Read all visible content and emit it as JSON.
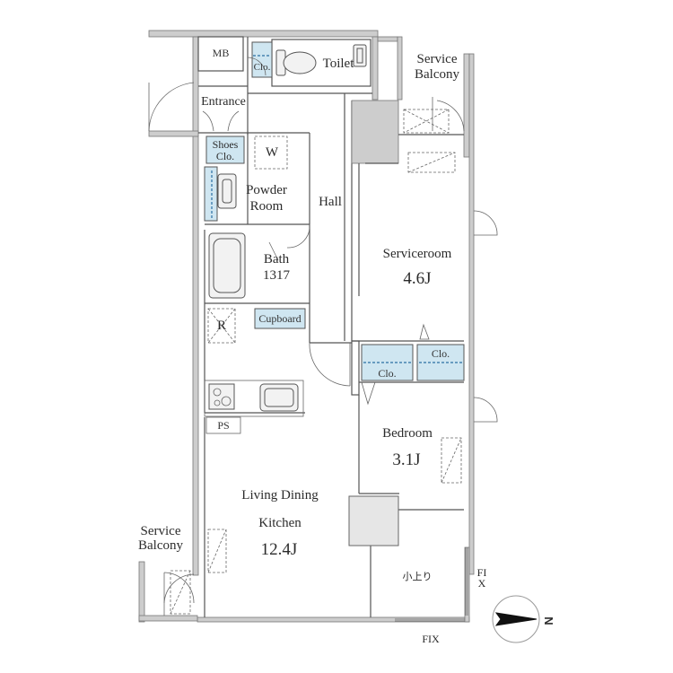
{
  "colors": {
    "wall": "#c9c9c9",
    "line": "#5a5a5a",
    "storage": "#cfe6f1",
    "dash": "#2a6fa3"
  },
  "rooms": {
    "mb": "MB",
    "clo_top": "Clo.",
    "toilet": "Toilet",
    "service_balcony_top_1": "Service",
    "service_balcony_top_2": "Balcony",
    "entrance": "Entrance",
    "shoes_clo_1": "Shoes",
    "shoes_clo_2": "Clo.",
    "w": "W",
    "powder_room_1": "Powder",
    "powder_room_2": "Room",
    "hall": "Hall",
    "serviceroom_name": "Serviceroom",
    "serviceroom_size": "4.6J",
    "bath_1": "Bath",
    "bath_2": "1317",
    "r": "R",
    "cupboard": "Cupboard",
    "clo_right_upper": "Clo.",
    "clo_right_lower": "Clo.",
    "ps": "PS",
    "bedroom_name": "Bedroom",
    "bedroom_size": "3.1J",
    "ldk_1": "Living Dining",
    "ldk_2": "Kitchen",
    "ldk_size": "12.4J",
    "service_balcony_left_1": "Service",
    "service_balcony_left_2": "Balcony",
    "koagari": "小上り",
    "fix_right": "FIX",
    "fix_bottom": "FIX"
  },
  "compass": {
    "label": "N",
    "icon": "north-arrow-icon"
  },
  "icons": [
    "cooktop-icon",
    "sink-icon",
    "toilet-icon",
    "bathtub-icon",
    "washbasin-icon"
  ]
}
